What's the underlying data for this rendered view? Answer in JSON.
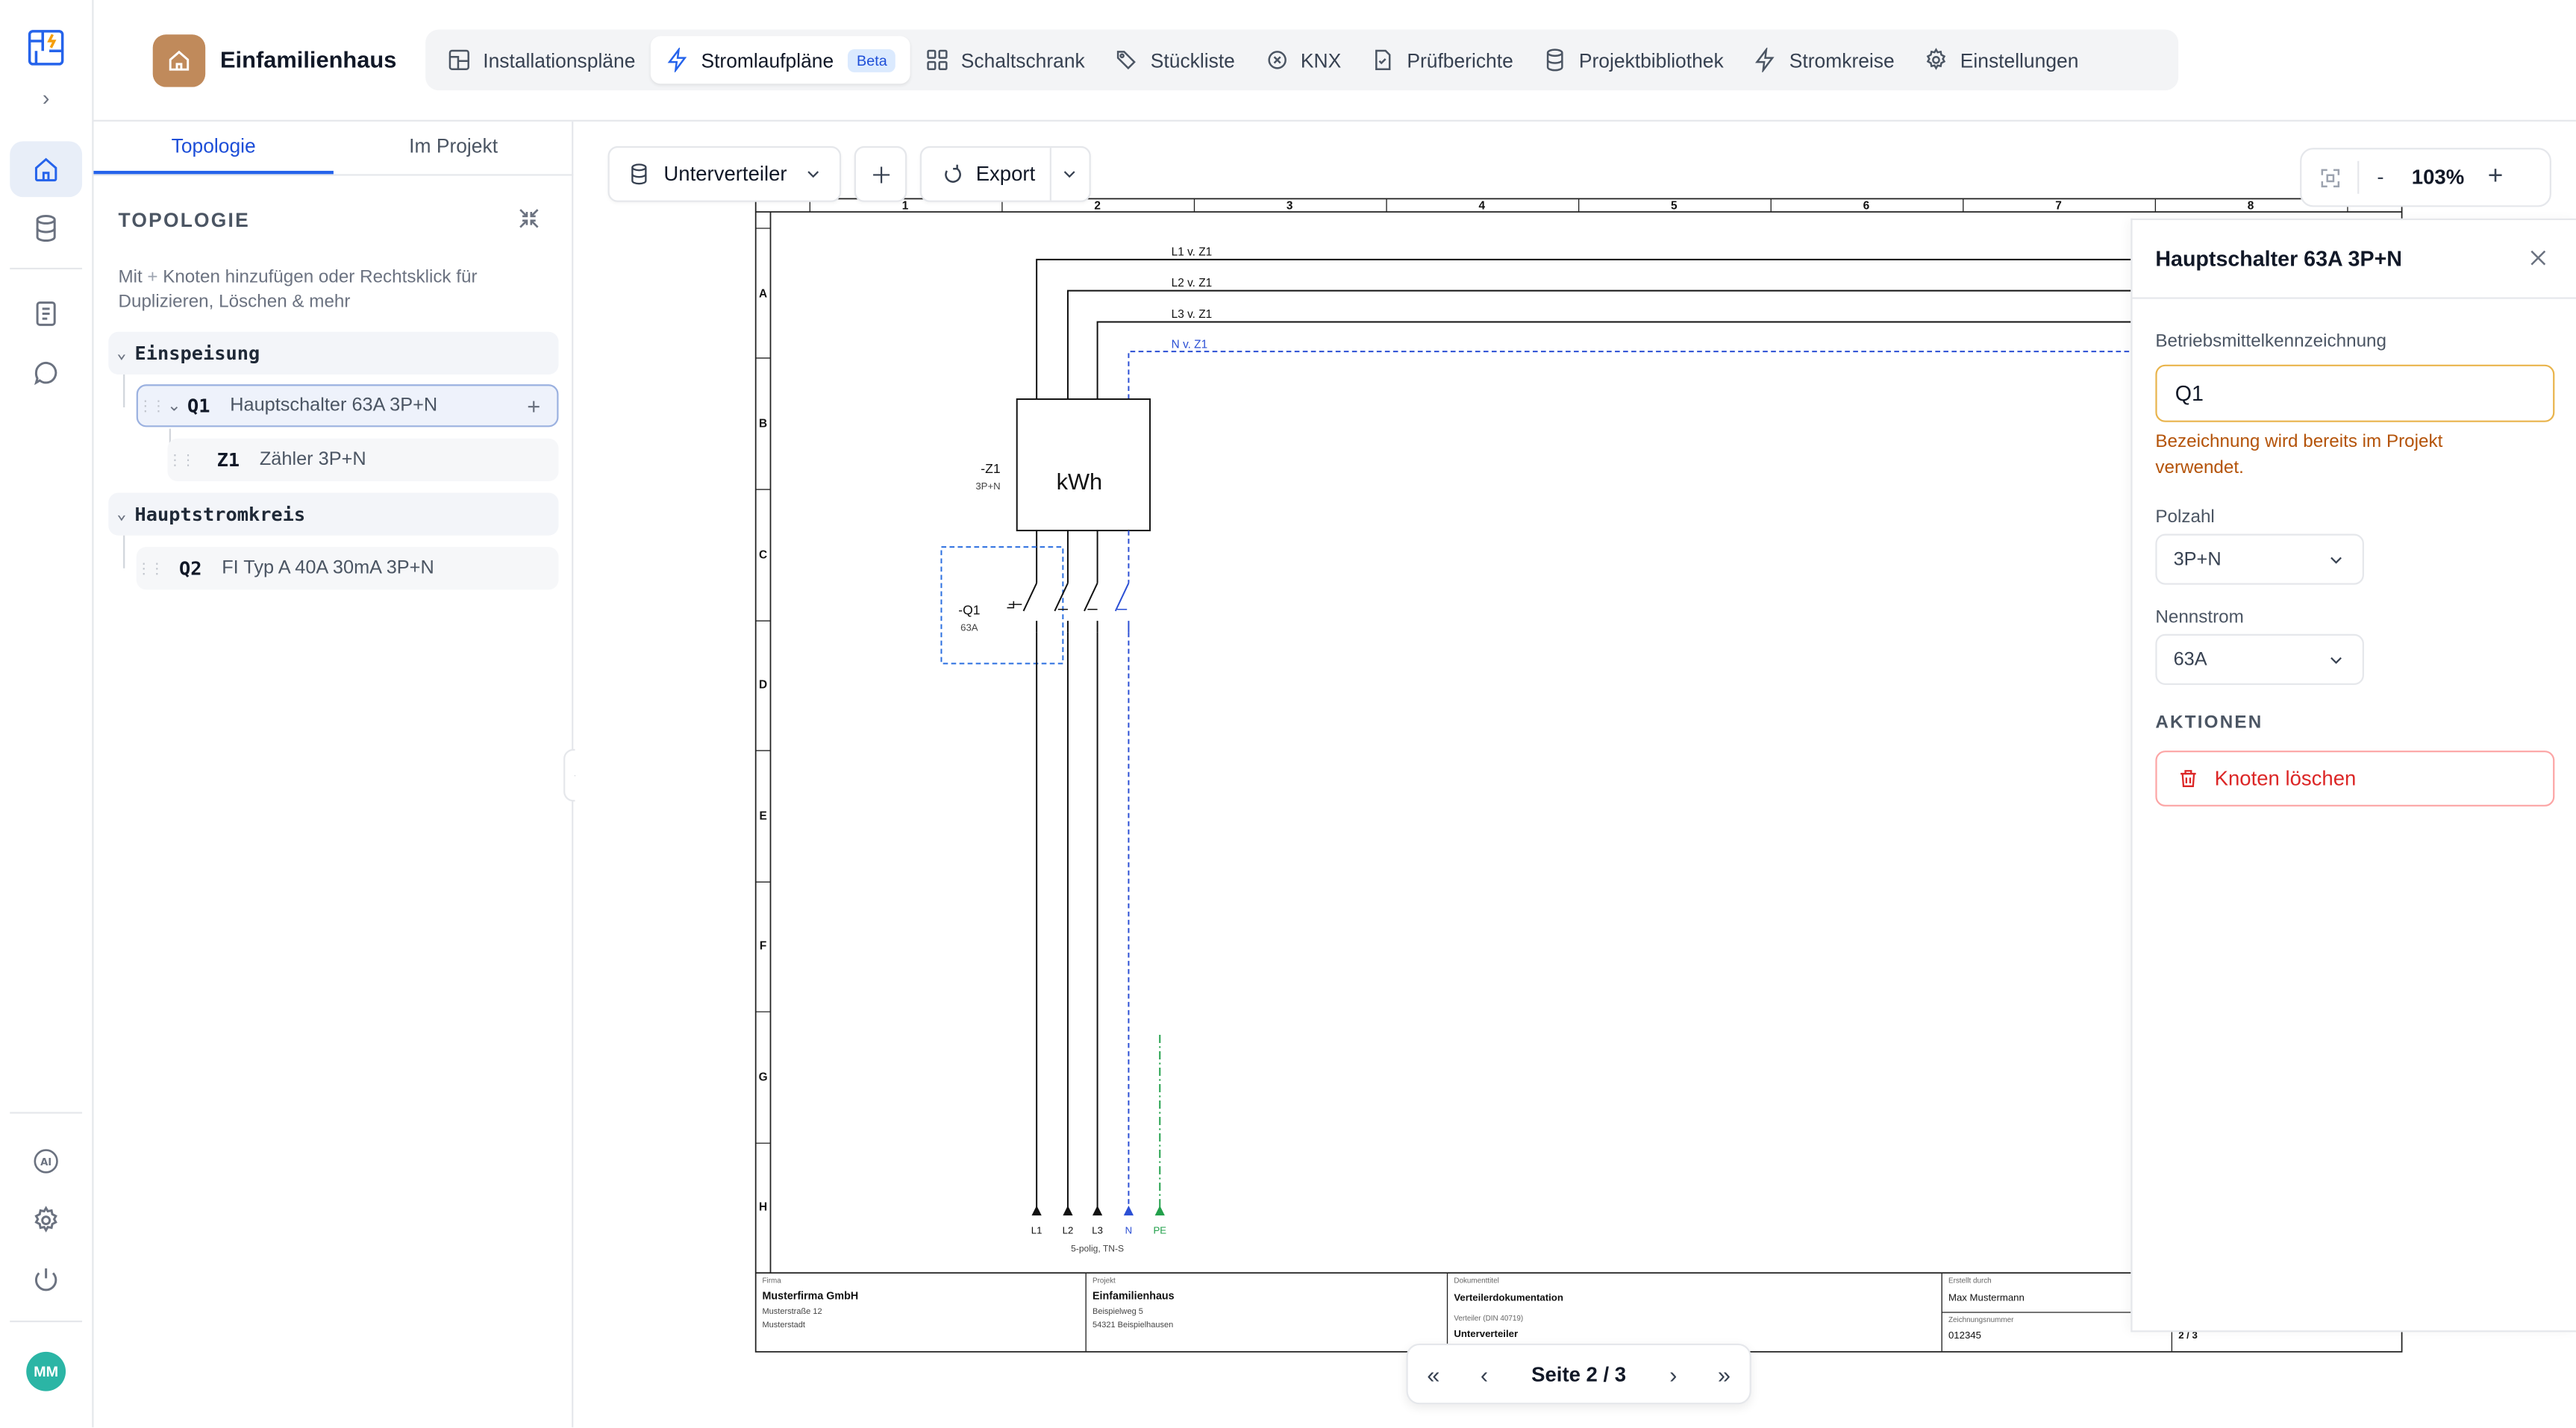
{
  "rail": {
    "expand": "›",
    "avatar": "MM"
  },
  "project": {
    "title": "Einfamilienhaus"
  },
  "tabs": [
    {
      "label": "Installationspläne"
    },
    {
      "label": "Stromlaufpläne",
      "badge": "Beta"
    },
    {
      "label": "Schaltschrank"
    },
    {
      "label": "Stückliste"
    },
    {
      "label": "KNX"
    },
    {
      "label": "Prüfberichte"
    },
    {
      "label": "Projektbibliothek"
    },
    {
      "label": "Stromkreise"
    },
    {
      "label": "Einstellungen"
    }
  ],
  "sidebar": {
    "tabs": [
      "Topologie",
      "Im Projekt"
    ],
    "heading": "TOPOLOGIE",
    "hint_pre": "Mit",
    "hint_post": "Knoten hinzufügen oder Rechtsklick für Duplizieren, Löschen & mehr",
    "groups": [
      {
        "label": "Einspeisung"
      },
      {
        "label": "Hauptstromkreis"
      }
    ],
    "nodes": [
      {
        "tag": "Q1",
        "label": "Hauptschalter 63A 3P+N"
      },
      {
        "tag": "Z1",
        "label": "Zähler 3P+N"
      },
      {
        "tag": "Q2",
        "label": "FI Typ A 40A 30mA 3P+N"
      }
    ]
  },
  "toolbar": {
    "sheet_select": "Unterverteiler",
    "export": "Export"
  },
  "zoom": {
    "minus": "-",
    "value": "103%",
    "plus": "+"
  },
  "schematic": {
    "columns": [
      "1",
      "2",
      "3",
      "4",
      "5",
      "6",
      "7",
      "8"
    ],
    "rows": [
      "A",
      "B",
      "C",
      "D",
      "E",
      "F",
      "G",
      "H"
    ],
    "lines": [
      "L1 v. Z1",
      "L2 v. Z1",
      "L3 v. Z1",
      "N v. Z1"
    ],
    "meter_tag": "-Z1",
    "meter_sub": "3P+N",
    "meter_label": "kWh",
    "switch_tag": "-Q1",
    "switch_sub": "63A",
    "terminals": [
      "L1",
      "L2",
      "L3",
      "N",
      "PE"
    ],
    "terminal_note": "5-polig, TN-S",
    "titleblock": {
      "firma_label": "Firma",
      "firma": "Musterfirma GmbH",
      "firma_addr1": "Musterstraße 12",
      "firma_addr2": "Musterstadt",
      "projekt_label": "Projekt",
      "projekt": "Einfamilienhaus",
      "projekt_addr1": "Beispielweg 5",
      "projekt_addr2": "54321 Beispielhausen",
      "doc_label": "Dokumenttitel",
      "doc": "Verteilerdokumentation",
      "verteiler_label": "Verteiler (DIN 40719)",
      "verteiler": "Unterverteiler",
      "erstellt_label": "Erstellt durch",
      "erstellt": "Max Mustermann",
      "zeichnung_label": "Zeichnungsnummer",
      "zeichnung": "012345",
      "page": "2 / 3"
    }
  },
  "panel": {
    "title": "Hauptschalter 63A 3P+N",
    "bmk_label": "Betriebsmittelkennzeichnung",
    "bmk_value": "Q1",
    "bmk_error": "Bezeichnung wird bereits im Projekt verwendet.",
    "pol_label": "Polzahl",
    "pol_value": "3P+N",
    "nenn_label": "Nennstrom",
    "nenn_value": "63A",
    "actions_heading": "AKTIONEN",
    "delete_label": "Knoten löschen"
  },
  "pager": {
    "first": "«",
    "prev": "‹",
    "label": "Seite 2 / 3",
    "next": "›",
    "last": "»"
  },
  "colors": {
    "accent": "#2563eb",
    "neutral_dashed": "#2b4fd4",
    "pe": "#22a04b",
    "danger": "#dc2626",
    "warning": "#b45309"
  }
}
